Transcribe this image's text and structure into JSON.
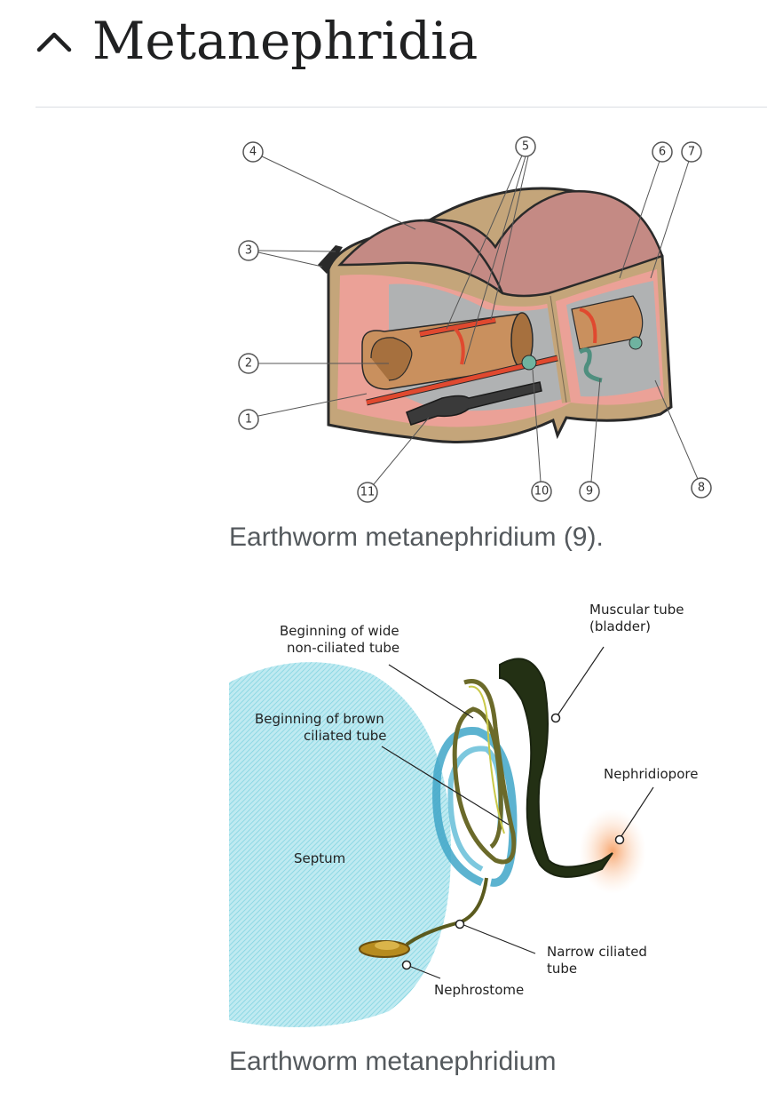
{
  "section": {
    "title": "Metanephridia",
    "toggle_icon": "chevron-up-icon"
  },
  "figure1": {
    "caption": "Earthworm metanephridium (9).",
    "callouts": [
      "1",
      "2",
      "3",
      "4",
      "5",
      "6",
      "7",
      "8",
      "9",
      "10",
      "11"
    ]
  },
  "figure2": {
    "caption": "Earthworm metanephridium",
    "labels": {
      "wide_tube_1": "Beginning of wide",
      "wide_tube_2": "non-ciliated tube",
      "brown_tube_1": "Beginning of brown",
      "brown_tube_2": "ciliated tube",
      "muscular_1": "Muscular tube",
      "muscular_2": "(bladder)",
      "nephridiopore": "Nephridiopore",
      "septum": "Septum",
      "narrow_1": "Narrow ciliated",
      "narrow_2": "tube",
      "nephrostome": "Nephrostome"
    }
  },
  "colors": {
    "title": "#202122",
    "caption": "#54595d",
    "divider": "#dadde3",
    "body_wall": "#c48a84",
    "gut": "#c9905e",
    "blood_vessel": "#e0492f",
    "septum": "#7fd3e0"
  }
}
